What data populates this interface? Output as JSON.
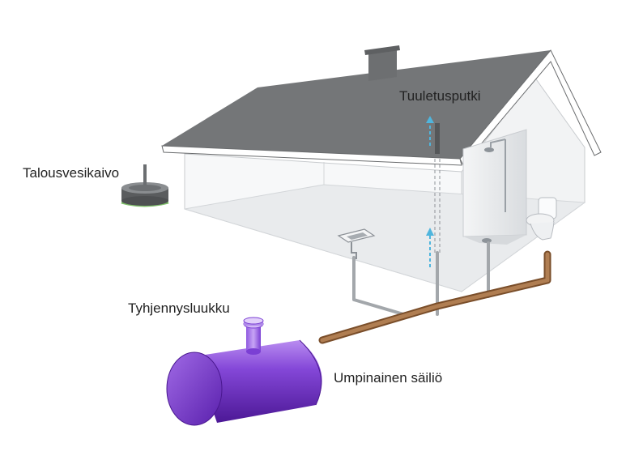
{
  "labels": {
    "vent_pipe": "Tuuletusputki",
    "water_well": "Talousvesikaivo",
    "drain_hatch": "Tyhjennysluukku",
    "closed_tank": "Umpinainen säiliö"
  },
  "colors": {
    "roof": "#747678",
    "tank": "#6b2bbf",
    "pipe": "#9c6a40",
    "gray_pipe": "#a3a7ab",
    "vent_arrow": "#4fb5dd"
  }
}
